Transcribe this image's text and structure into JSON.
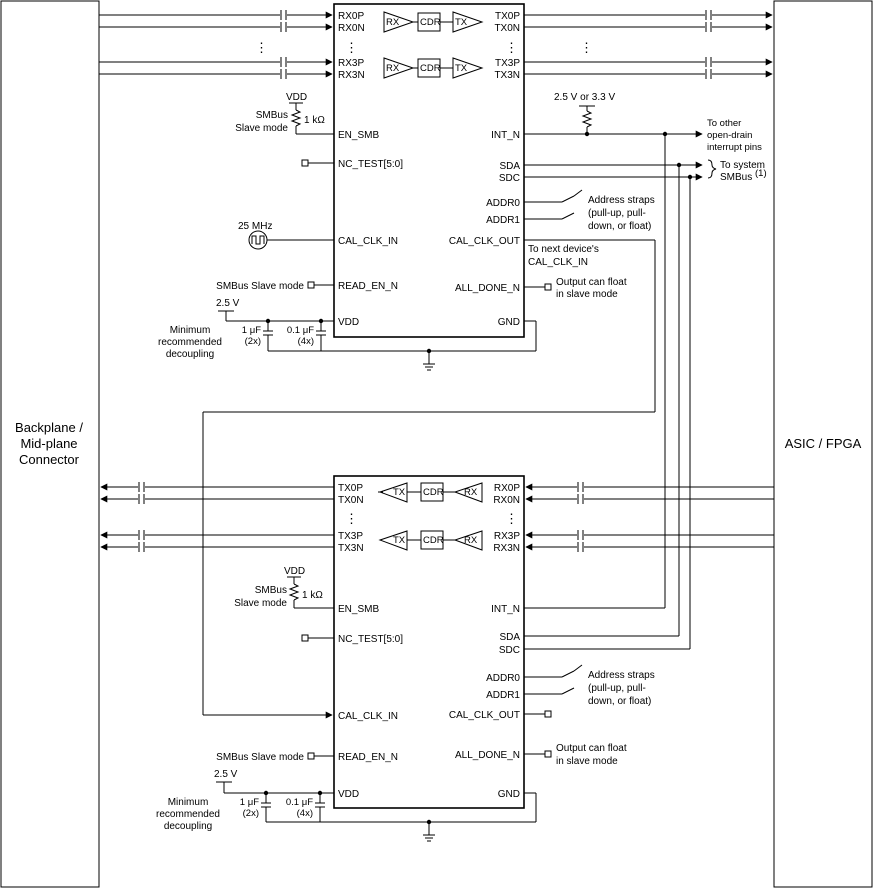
{
  "connectors": {
    "left": [
      "Backplane /",
      "Mid-plane",
      "Connector"
    ],
    "right": "ASIC / FPGA"
  },
  "device_top": {
    "left_pins": {
      "rx0p": "RX0P",
      "rx0n": "RX0N",
      "rx3p": "RX3P",
      "rx3n": "RX3N",
      "en_smb": "EN_SMB",
      "nc_test": "NC_TEST[5:0]",
      "cal_clk_in": "CAL_CLK_IN",
      "read_en_n": "READ_EN_N",
      "vdd": "VDD"
    },
    "right_pins": {
      "tx0p": "TX0P",
      "tx0n": "TX0N",
      "tx3p": "TX3P",
      "tx3n": "TX3N",
      "int_n": "INT_N",
      "sda": "SDA",
      "sdc": "SDC",
      "addr0": "ADDR0",
      "addr1": "ADDR1",
      "cal_clk_out": "CAL_CLK_OUT",
      "all_done_n": "ALL_DONE_N",
      "gnd": "GND"
    },
    "blocks": {
      "rx": "RX",
      "cdr": "CDR",
      "tx": "TX"
    }
  },
  "device_bottom": {
    "left_pins": {
      "tx0p": "TX0P",
      "tx0n": "TX0N",
      "tx3p": "TX3P",
      "tx3n": "TX3N",
      "en_smb": "EN_SMB",
      "nc_test": "NC_TEST[5:0]",
      "cal_clk_in": "CAL_CLK_IN",
      "read_en_n": "READ_EN_N",
      "vdd": "VDD"
    },
    "right_pins": {
      "rx0p": "RX0P",
      "rx0n": "RX0N",
      "rx3p": "RX3P",
      "rx3n": "RX3N",
      "int_n": "INT_N",
      "sda": "SDA",
      "sdc": "SDC",
      "addr0": "ADDR0",
      "addr1": "ADDR1",
      "cal_clk_out": "CAL_CLK_OUT",
      "all_done_n": "ALL_DONE_N",
      "gnd": "GND"
    },
    "blocks": {
      "rx": "RX",
      "cdr": "CDR",
      "tx": "TX"
    }
  },
  "annotations": {
    "vdd": "VDD",
    "resistor": "1 kΩ",
    "smbus_slave_mode": [
      "SMBus",
      "Slave mode"
    ],
    "clock": "25 MHz",
    "smbus_slave_mode_inline": "SMBus Slave mode",
    "supply_2v5": "2.5 V",
    "decoupling": [
      "Minimum",
      "recommended",
      "decoupling"
    ],
    "cap_1uf": [
      "1 μF",
      "(2x)"
    ],
    "cap_01uf": [
      "0.1 μF",
      "(4x)"
    ],
    "pullup_supply": "2.5 V or 3.3 V",
    "other_interrupt": [
      "To other",
      "open-drain",
      "interrupt pins"
    ],
    "system_smbus": [
      "To system",
      "SMBus"
    ],
    "footnote_mark": "(1)",
    "address_straps": [
      "Address straps",
      "(pull-up, pull-",
      "down, or float)"
    ],
    "next_device": [
      "To next device's",
      "CAL_CLK_IN"
    ],
    "output_float": [
      "Output can float",
      "in slave mode"
    ]
  },
  "icons": [
    "capacitor-icon",
    "resistor-icon",
    "ground-icon",
    "clock-source-icon",
    "switch-icon",
    "arrow-icon"
  ]
}
